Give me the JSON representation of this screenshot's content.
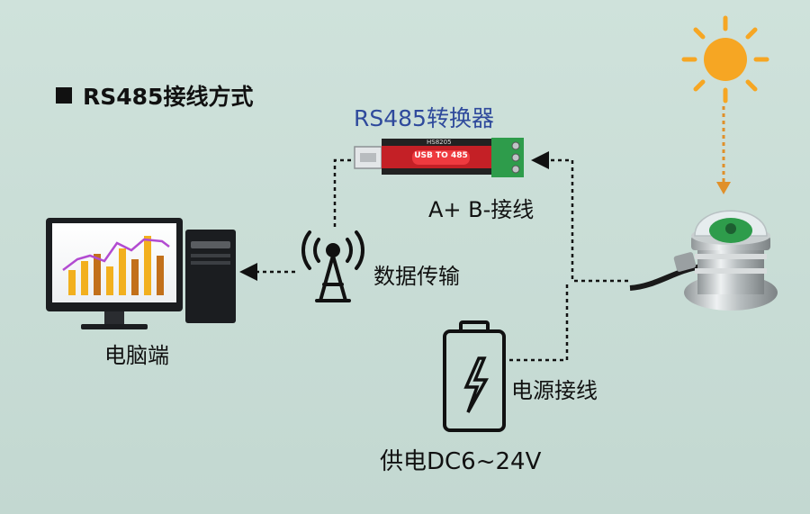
{
  "heading": "RS485接线方式",
  "converter": {
    "title": "RS485转换器",
    "chip_label": "USB TO 485",
    "model_text": "HS8205",
    "wiring_label": "A+ B-接线"
  },
  "wireless_label": "数据传输",
  "computer_label": "电脑端",
  "power": {
    "wiring_label": "电源接线",
    "supply_label": "供电DC6~24V"
  },
  "colors": {
    "sun": "#f6a623",
    "converter_body": "#c42026",
    "terminal": "#2e9c4b",
    "title_blue": "#2f4a9c"
  }
}
